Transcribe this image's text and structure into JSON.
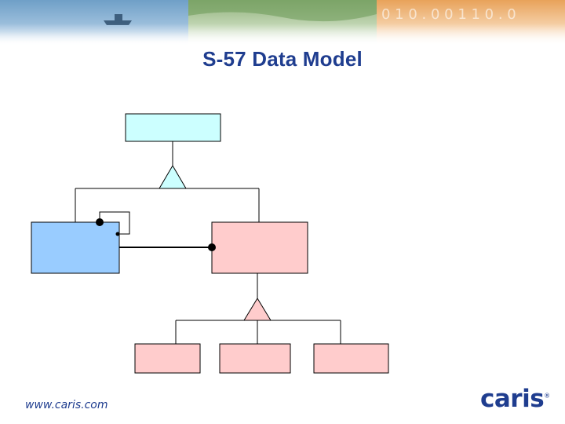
{
  "slide": {
    "title": "S-57 Data Model",
    "footer_url": "www.caris.com",
    "logo_text": "caris",
    "banner_digits": "0 1 0 . 0 0 1 1 0 . 0"
  },
  "colors": {
    "title": "#1f3d8f",
    "root_box_fill": "#ccffff",
    "blue_box_fill": "#99ccff",
    "pink_box_fill": "#ffcccc",
    "line": "#000000"
  },
  "diagram": {
    "nodes": [
      {
        "id": "root",
        "label": "",
        "fill": "root_box_fill"
      },
      {
        "id": "left-child",
        "label": "",
        "fill": "blue_box_fill"
      },
      {
        "id": "right-child",
        "label": "",
        "fill": "pink_box_fill"
      },
      {
        "id": "leaf-1",
        "label": "",
        "fill": "pink_box_fill"
      },
      {
        "id": "leaf-2",
        "label": "",
        "fill": "pink_box_fill"
      },
      {
        "id": "leaf-3",
        "label": "",
        "fill": "pink_box_fill"
      }
    ],
    "edges": [
      {
        "type": "generalization",
        "parent": "root",
        "children": [
          "left-child",
          "right-child"
        ]
      },
      {
        "type": "generalization",
        "parent": "right-child",
        "children": [
          "leaf-1",
          "leaf-2",
          "leaf-3"
        ]
      },
      {
        "type": "self-association",
        "node": "left-child"
      },
      {
        "type": "association",
        "from": "left-child",
        "to": "right-child"
      }
    ]
  }
}
